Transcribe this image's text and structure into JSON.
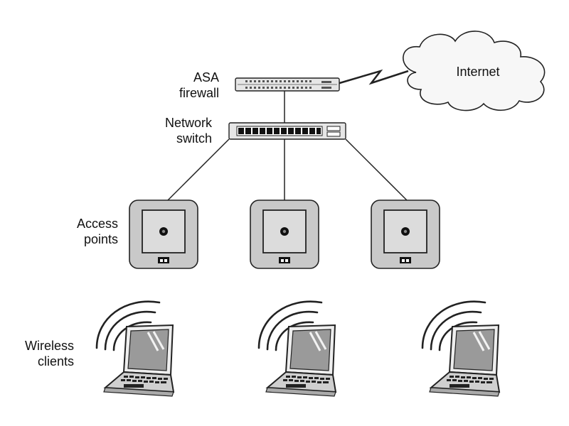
{
  "labels": {
    "firewall": [
      "ASA",
      "firewall"
    ],
    "switch": [
      "Network",
      "switch"
    ],
    "access_points": [
      "Access",
      "points"
    ],
    "clients": [
      "Wireless",
      "clients"
    ],
    "internet": "Internet"
  },
  "colors": {
    "line": "#222222",
    "device_fill": "#e6e6e6",
    "ap_outer": "#c9c9c9",
    "ap_inner": "#dcdcdc",
    "screen": "#9a9a9a",
    "laptop_base": "#cfcfcf",
    "cloud_fill": "#f7f7f7"
  },
  "icons": [
    "firewall-icon",
    "network-switch-icon",
    "cloud-icon",
    "lightning-link-icon",
    "access-point-icon",
    "laptop-icon",
    "wifi-signal-icon"
  ]
}
